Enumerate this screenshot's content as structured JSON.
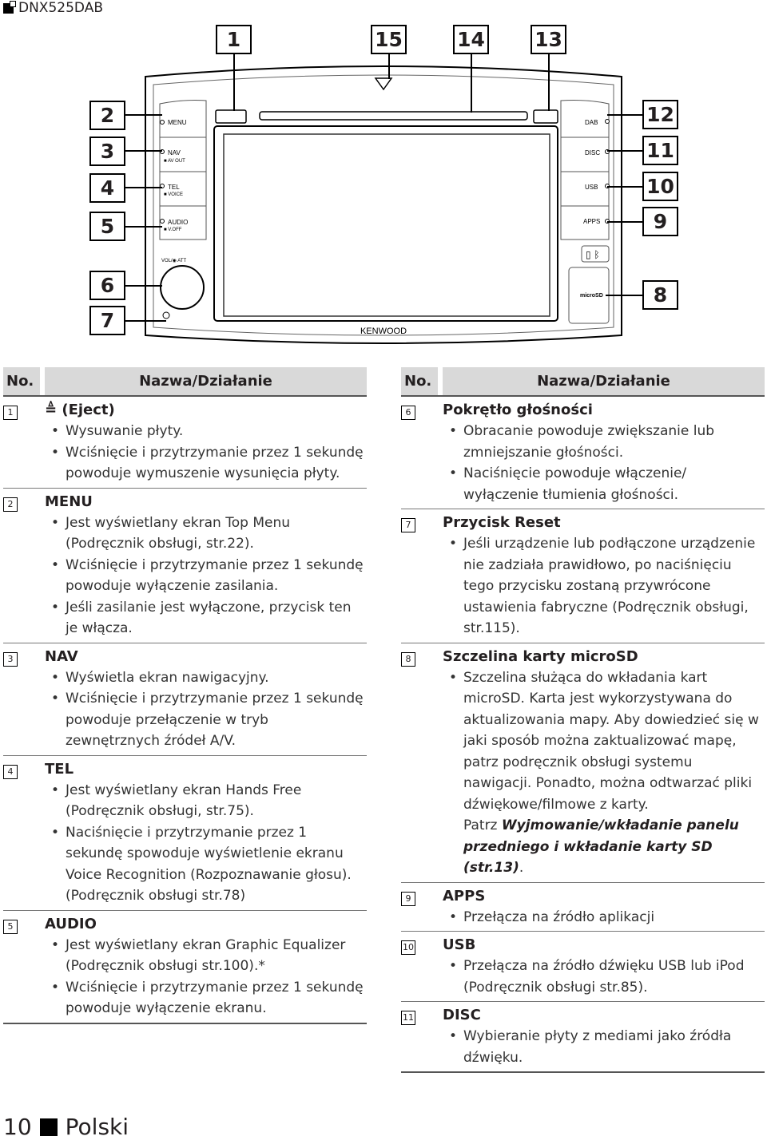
{
  "model": "DNX525DAB",
  "callouts": {
    "c1": "1",
    "c15": "15",
    "c14": "14",
    "c13": "13",
    "c2": "2",
    "c3": "3",
    "c4": "4",
    "c5": "5",
    "c6": "6",
    "c7": "7",
    "c12": "12",
    "c11": "11",
    "c10": "10",
    "c9": "9",
    "c8": "8"
  },
  "device_labels": {
    "menu": "MENU",
    "nav": "NAV",
    "av_out": "■ AV OUT",
    "tel": "TEL",
    "voice": "■ VOICE",
    "audio": "AUDIO",
    "voff": "■ V.OFF",
    "vol": "VOL/◉ ATT",
    "dab": "DAB",
    "disc": "DISC",
    "usb": "USB",
    "apps": "APPS",
    "microsd": "microSD",
    "brand": "KENWOOD"
  },
  "table_header": {
    "no": "No.",
    "name": "Nazwa/Działanie"
  },
  "left_items": [
    {
      "num": "1",
      "title": "≜ (Eject)",
      "bullets": [
        "Wysuwanie płyty.",
        "Wciśnięcie i przytrzymanie przez 1 sekundę powoduje wymuszenie wysunięcia płyty."
      ]
    },
    {
      "num": "2",
      "title": "MENU",
      "bullets": [
        "Jest wyświetlany ekran Top Menu (Podręcznik obsługi, str.22).",
        "Wciśnięcie i przytrzymanie przez 1 sekundę powoduje wyłączenie zasilania.",
        "Jeśli zasilanie jest wyłączone, przycisk ten je włącza."
      ]
    },
    {
      "num": "3",
      "title": "NAV",
      "bullets": [
        "Wyświetla ekran nawigacyjny.",
        "Wciśnięcie i przytrzymanie przez 1 sekundę powoduje przełączenie w tryb zewnętrznych źródeł A/V."
      ]
    },
    {
      "num": "4",
      "title": "TEL",
      "bullets": [
        "Jest wyświetlany ekran Hands Free (Podręcznik obsługi, str.75).",
        "Naciśnięcie i przytrzymanie przez 1 sekundę spowoduje wyświetlenie ekranu Voice Recognition (Rozpoznawanie głosu). (Podręcznik obsługi str.78)"
      ]
    },
    {
      "num": "5",
      "title": "AUDIO",
      "bullets": [
        "Jest wyświetlany ekran Graphic Equalizer (Podręcznik obsługi str.100).*",
        "Wciśnięcie i przytrzymanie przez 1 sekundę powoduje wyłączenie ekranu."
      ]
    }
  ],
  "right_items": [
    {
      "num": "6",
      "title": "Pokrętło głośności",
      "bullets": [
        "Obracanie powoduje zwiększanie lub zmniejszanie głośności.",
        "Naciśnięcie powoduje włączenie/ wyłączenie tłumienia głośności."
      ]
    },
    {
      "num": "7",
      "title": "Przycisk Reset",
      "bullets": [
        "Jeśli urządzenie lub podłączone urządzenie nie zadziała prawidłowo, po naciśnięciu tego przycisku zostaną przywrócone ustawienia fabryczne (Podręcznik obsługi, str.115)."
      ]
    },
    {
      "num": "8",
      "title": "Szczelina karty microSD",
      "bullets": [
        "Szczelina służąca do wkładania kart microSD. Karta jest wykorzystywana do aktualizowania mapy. Aby dowiedzieć się w jaki sposób można zaktualizować mapę, patrz podręcznik obsługi systemu nawigacji. Ponadto, można odtwarzać pliki dźwiękowe/filmowe z karty."
      ],
      "ref_prefix": "Patrz ",
      "ref_bold": "Wyjmowanie/wkładanie panelu przedniego i wkładanie karty SD (str.13)",
      "ref_suffix": "."
    },
    {
      "num": "9",
      "title": "APPS",
      "bullets": [
        "Przełącza na źródło aplikacji"
      ]
    },
    {
      "num": "10",
      "title": "USB",
      "bullets": [
        "Przełącza na źródło dźwięku USB lub iPod (Podręcznik obsługi str.85)."
      ]
    },
    {
      "num": "11",
      "title": "DISC",
      "bullets": [
        "Wybieranie płyty z mediami jako źródła dźwięku."
      ]
    }
  ],
  "footer": {
    "page": "10",
    "lang": "Polski"
  }
}
